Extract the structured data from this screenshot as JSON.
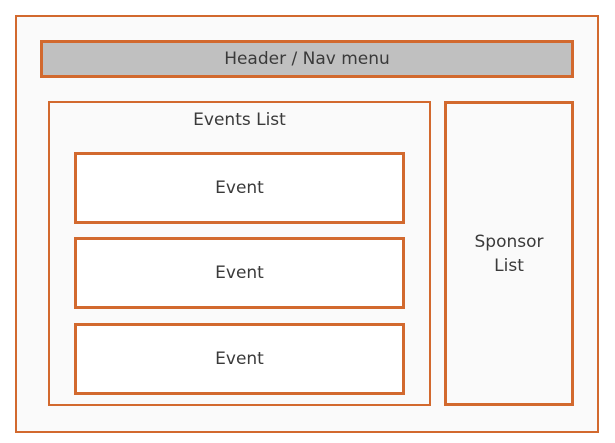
{
  "header": {
    "label": "Header / Nav menu"
  },
  "events_list": {
    "title": "Events List",
    "events": [
      {
        "label": "Event"
      },
      {
        "label": "Event"
      },
      {
        "label": "Event"
      }
    ]
  },
  "sponsor_list": {
    "label": "Sponsor List"
  },
  "colors": {
    "border": "#d2692e",
    "header_fill": "#c0c0c0",
    "background": "#fafafa"
  }
}
